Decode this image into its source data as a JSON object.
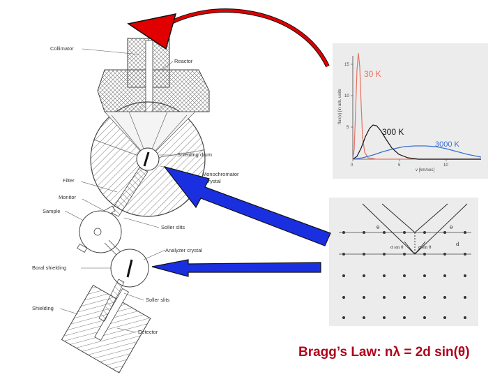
{
  "instrument": {
    "labels": {
      "collimator": "Collimator",
      "reactor": "Reactor",
      "shielding_drum": "Shielding drum",
      "monochromator_1": "Monochromator",
      "monochromator_2": "crystal",
      "filter": "Filter",
      "monitor": "Monitor",
      "sample": "Sample",
      "soller_slits_top": "Soller slits",
      "analyzer_crystal": "Analyzer crystal",
      "boral_shielding": "Boral shielding",
      "soller_slits_bottom": "Soller slits",
      "shielding": "Shielding",
      "detector": "Detector"
    }
  },
  "spectrum_plot": {
    "y_axis_label": "flux(v) [in arb. units",
    "x_axis_label": "v [km/sec]",
    "x_ticks": [
      "0",
      "5",
      "10"
    ],
    "y_ticks": [
      "15",
      "10",
      "5"
    ],
    "series": [
      {
        "name": "30 K",
        "color": "#e87060"
      },
      {
        "name": "300 K",
        "color": "#111111"
      },
      {
        "name": "3000 K",
        "color": "#3a6fd0"
      }
    ]
  },
  "bragg_diagram": {
    "labels": {
      "theta_left": "θ",
      "theta_right": "θ",
      "d": "d",
      "dsin_left": "d sin θ",
      "dsin_right": "d sin θ"
    }
  },
  "caption": {
    "text": "Bragg’s Law: nλ = 2d sin(θ)"
  },
  "colors": {
    "red_arrow": "#e00000",
    "blue_arrow": "#1a2fe0",
    "caption": "#b0001c"
  }
}
